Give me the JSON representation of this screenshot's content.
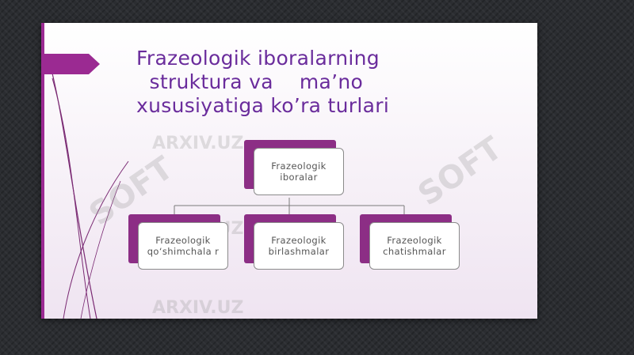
{
  "slide": {
    "title": "Frazeologik iboralarning\n  struktura va    ma’no\nxususiyatiga ko’ra turlari",
    "root_node": "Frazeologik iboralar",
    "child_nodes": [
      "Frazeologik qo‘shimchala r",
      "Frazeologik birlashmalar",
      "Frazeologik chatishmalar"
    ]
  },
  "watermark": {
    "brand": "ARXIV.UZ",
    "soft": "SOFT"
  },
  "colors": {
    "accent": "#9b2a92",
    "title": "#6a2c9c",
    "background": "#2b2d31"
  }
}
